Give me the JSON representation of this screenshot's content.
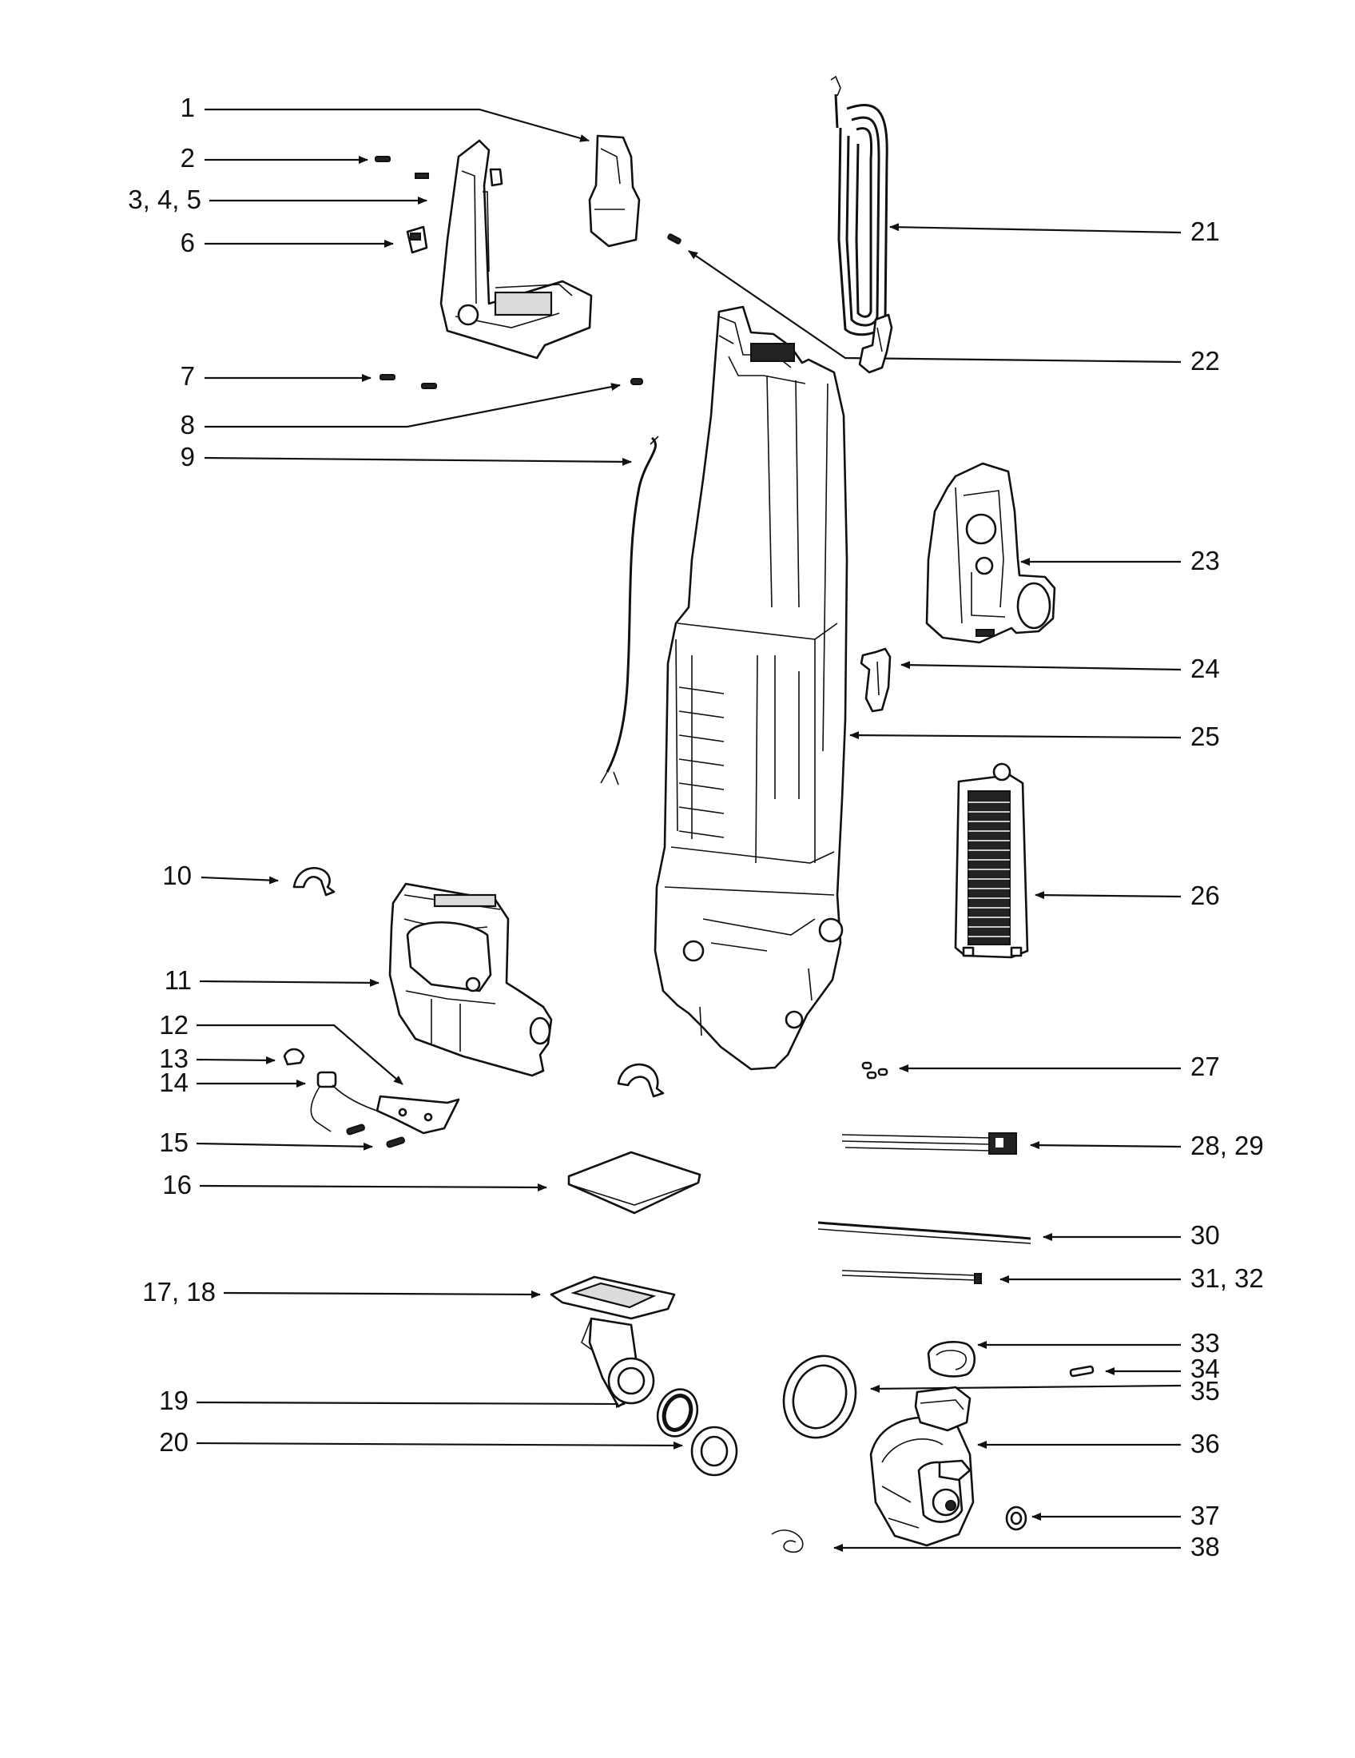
{
  "callouts": [
    {
      "id": "c1",
      "label": "1"
    },
    {
      "id": "c2",
      "label": "2"
    },
    {
      "id": "c3",
      "label": "3, 4, 5"
    },
    {
      "id": "c6",
      "label": "6"
    },
    {
      "id": "c7",
      "label": "7"
    },
    {
      "id": "c8",
      "label": "8"
    },
    {
      "id": "c9",
      "label": "9"
    },
    {
      "id": "c10",
      "label": "10"
    },
    {
      "id": "c11",
      "label": "11"
    },
    {
      "id": "c12",
      "label": "12"
    },
    {
      "id": "c13",
      "label": "13"
    },
    {
      "id": "c14",
      "label": "14"
    },
    {
      "id": "c15",
      "label": "15"
    },
    {
      "id": "c16",
      "label": "16"
    },
    {
      "id": "c17",
      "label": "17, 18"
    },
    {
      "id": "c19",
      "label": "19"
    },
    {
      "id": "c20",
      "label": "20"
    },
    {
      "id": "c21",
      "label": "21"
    },
    {
      "id": "c22",
      "label": "22"
    },
    {
      "id": "c23",
      "label": "23"
    },
    {
      "id": "c24",
      "label": "24"
    },
    {
      "id": "c25",
      "label": "25"
    },
    {
      "id": "c26",
      "label": "26"
    },
    {
      "id": "c27",
      "label": "27"
    },
    {
      "id": "c28",
      "label": "28, 29"
    },
    {
      "id": "c30",
      "label": "30"
    },
    {
      "id": "c31",
      "label": "31, 32"
    },
    {
      "id": "c33",
      "label": "33"
    },
    {
      "id": "c34",
      "label": "34"
    },
    {
      "id": "c35",
      "label": "35"
    },
    {
      "id": "c36",
      "label": "36"
    },
    {
      "id": "c37",
      "label": "37"
    },
    {
      "id": "c38",
      "label": "38"
    }
  ]
}
